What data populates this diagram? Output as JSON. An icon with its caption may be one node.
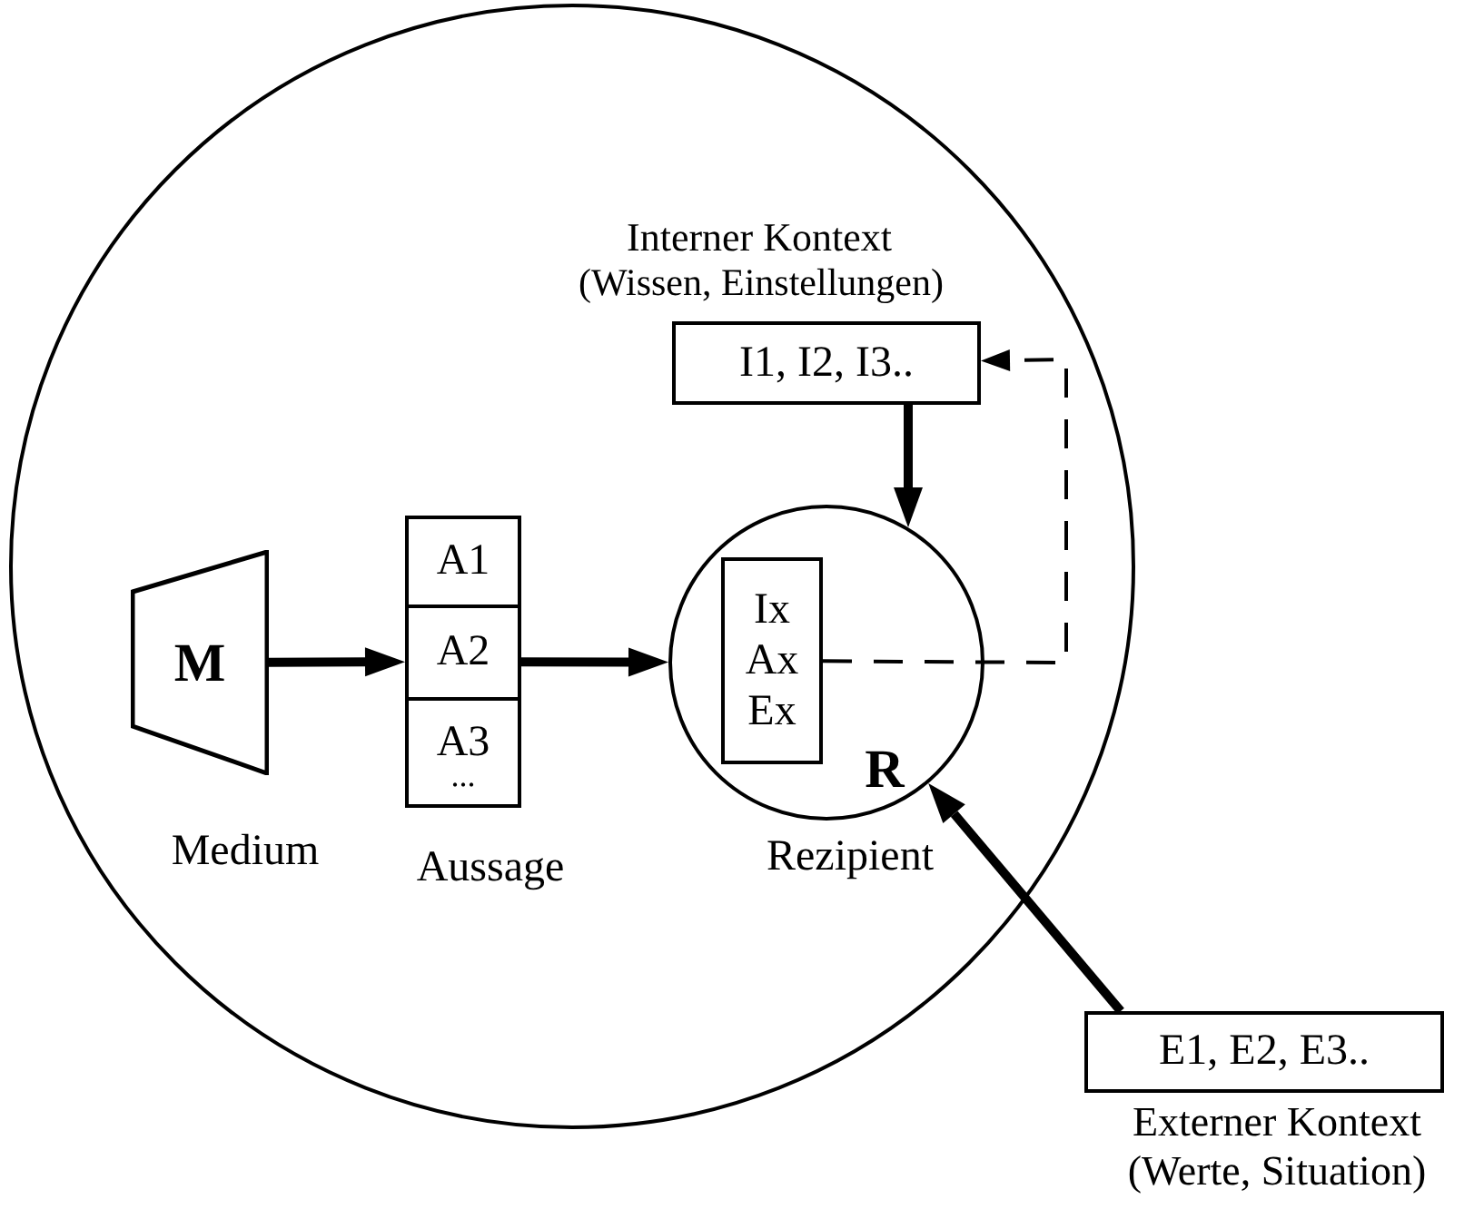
{
  "diagram": {
    "nodes": [
      {
        "text": [],
        "shape": "circle"
      },
      {
        "text": [
          "M"
        ],
        "beside": [
          "Medium"
        ],
        "in": 0
      },
      {
        "text": [],
        "shape": "box",
        "beside": [
          "Aussage"
        ],
        "in": 0
      },
      {
        "text": [
          "A1"
        ],
        "in": 2
      },
      {
        "text": [
          "A2"
        ],
        "in": 2
      },
      {
        "text": [
          "A3",
          "..."
        ],
        "in": 2
      },
      {
        "text": [
          "R"
        ],
        "beside": [
          "Rezipient"
        ],
        "in": 0
      },
      {
        "text": [
          "Ix Ax Ex"
        ],
        "in": 6
      },
      {
        "text": [
          "I1, I2, I3.."
        ],
        "beside": [
          "Interner Kontext",
          "(Wissen, Einstellungen)"
        ],
        "in": 0
      },
      {
        "text": [
          "E1, E2, E3.."
        ],
        "beside": [
          "Externer Kontext",
          "(Werte, Situation)"
        ]
      }
    ],
    "edges": [
      {
        "from": 1,
        "to": 2,
        "arrow": "to"
      },
      {
        "from": 2,
        "to": 6,
        "arrow": "to"
      },
      {
        "from": 8,
        "to": 6,
        "arrow": "to"
      },
      {
        "from": 9,
        "to": 6,
        "arrow": "to"
      },
      {
        "from": 7,
        "to": 8,
        "arrow": "to",
        "style": "dashed"
      }
    ]
  }
}
